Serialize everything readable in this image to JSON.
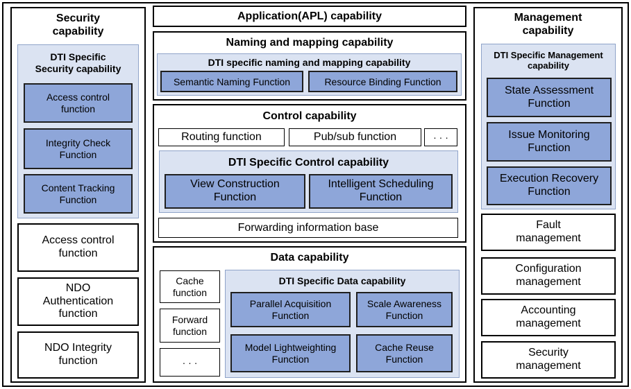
{
  "security": {
    "title": "Security\ncapability",
    "dti_title": "DTI Specific\nSecurity capability",
    "dti_items": [
      "Access control\nfunction",
      "Integrity Check\nFunction",
      "Content Tracking\nFunction"
    ],
    "items": [
      "Access control\nfunction",
      "NDO\nAuthentication\nfunction",
      "NDO Integrity\nfunction"
    ]
  },
  "application": {
    "title": "Application(APL) capability"
  },
  "naming": {
    "title": "Naming and mapping capability",
    "dti_title": "DTI specific naming and mapping capability",
    "dti_items": [
      "Semantic Naming Function",
      "Resource Binding Function"
    ]
  },
  "control": {
    "title": "Control capability",
    "items": [
      "Routing function",
      "Pub/sub function",
      "· · ·"
    ],
    "dti_title": "DTI Specific Control capability",
    "dti_items": [
      "View Construction\nFunction",
      "Intelligent Scheduling\nFunction"
    ],
    "fib": "Forwarding information base"
  },
  "data": {
    "title": "Data capability",
    "items": [
      "Cache\nfunction",
      "Forward\nfunction",
      "· · ·"
    ],
    "dti_title": "DTI Specific Data capability",
    "dti_items": [
      "Parallel Acquisition\nFunction",
      "Scale Awareness\nFunction",
      "Model Lightweighting\nFunction",
      "Cache Reuse\nFunction"
    ]
  },
  "management": {
    "title": "Management\ncapability",
    "dti_title": "DTI Specific Management\ncapability",
    "dti_items": [
      "State Assessment\nFunction",
      "Issue Monitoring\nFunction",
      "Execution Recovery\nFunction"
    ],
    "items": [
      "Fault\nmanagement",
      "Configuration\nmanagement",
      "Accounting\nmanagement",
      "Security\nmanagement"
    ]
  }
}
